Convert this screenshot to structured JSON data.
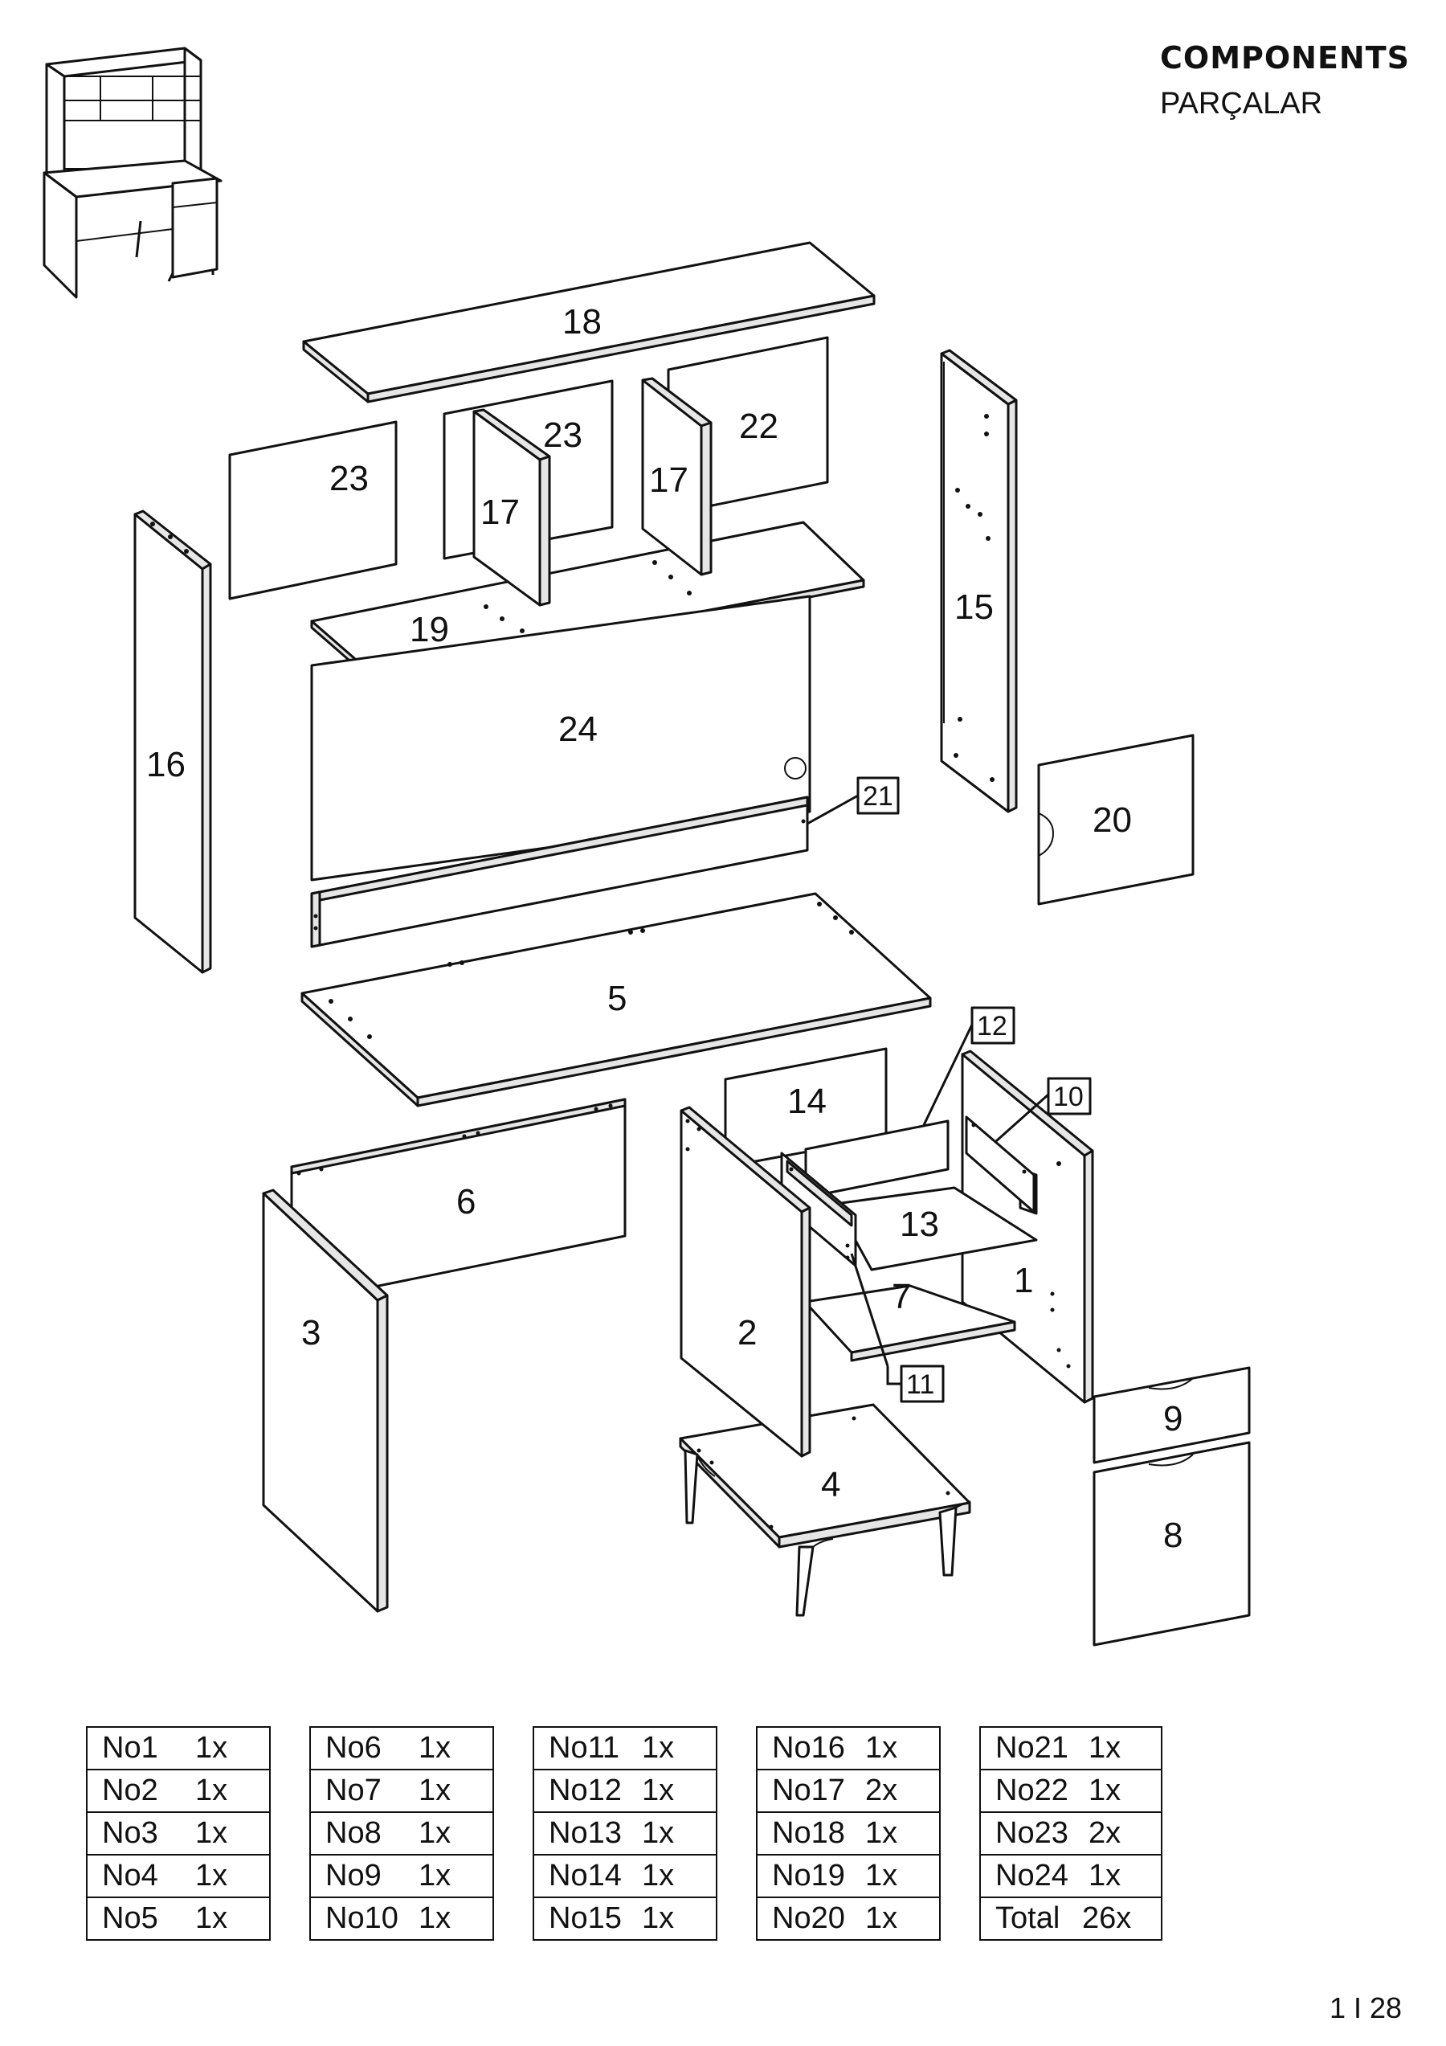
{
  "header": {
    "title": "COMPONENTS",
    "subtitle": "PARÇALAR"
  },
  "parts": {
    "p1": "1",
    "p2": "2",
    "p3": "3",
    "p4": "4",
    "p5": "5",
    "p6": "6",
    "p7": "7",
    "p8": "8",
    "p9": "9",
    "p10": "10",
    "p11": "11",
    "p12": "12",
    "p13": "13",
    "p14": "14",
    "p15": "15",
    "p16": "16",
    "p17a": "17",
    "p17b": "17",
    "p18": "18",
    "p19": "19",
    "p20": "20",
    "p21": "21",
    "p22": "22",
    "p23a": "23",
    "p23b": "23",
    "p24": "24"
  },
  "quantities": [
    [
      {
        "no": "No1",
        "qty": "1x"
      },
      {
        "no": "No2",
        "qty": "1x"
      },
      {
        "no": "No3",
        "qty": "1x"
      },
      {
        "no": "No4",
        "qty": "1x"
      },
      {
        "no": "No5",
        "qty": "1x"
      }
    ],
    [
      {
        "no": "No6",
        "qty": "1x"
      },
      {
        "no": "No7",
        "qty": "1x"
      },
      {
        "no": "No8",
        "qty": "1x"
      },
      {
        "no": "No9",
        "qty": "1x"
      },
      {
        "no": "No10",
        "qty": "1x"
      }
    ],
    [
      {
        "no": "No11",
        "qty": "1x"
      },
      {
        "no": "No12",
        "qty": "1x"
      },
      {
        "no": "No13",
        "qty": "1x"
      },
      {
        "no": "No14",
        "qty": "1x"
      },
      {
        "no": "No15",
        "qty": "1x"
      }
    ],
    [
      {
        "no": "No16",
        "qty": "1x"
      },
      {
        "no": "No17",
        "qty": "2x"
      },
      {
        "no": "No18",
        "qty": "1x"
      },
      {
        "no": "No19",
        "qty": "1x"
      },
      {
        "no": "No20",
        "qty": "1x"
      }
    ],
    [
      {
        "no": "No21",
        "qty": "1x"
      },
      {
        "no": "No22",
        "qty": "1x"
      },
      {
        "no": "No23",
        "qty": "2x"
      },
      {
        "no": "No24",
        "qty": "1x"
      },
      {
        "no": "Total",
        "qty": "26x"
      }
    ]
  ],
  "footer": {
    "page": "1 I 28"
  }
}
